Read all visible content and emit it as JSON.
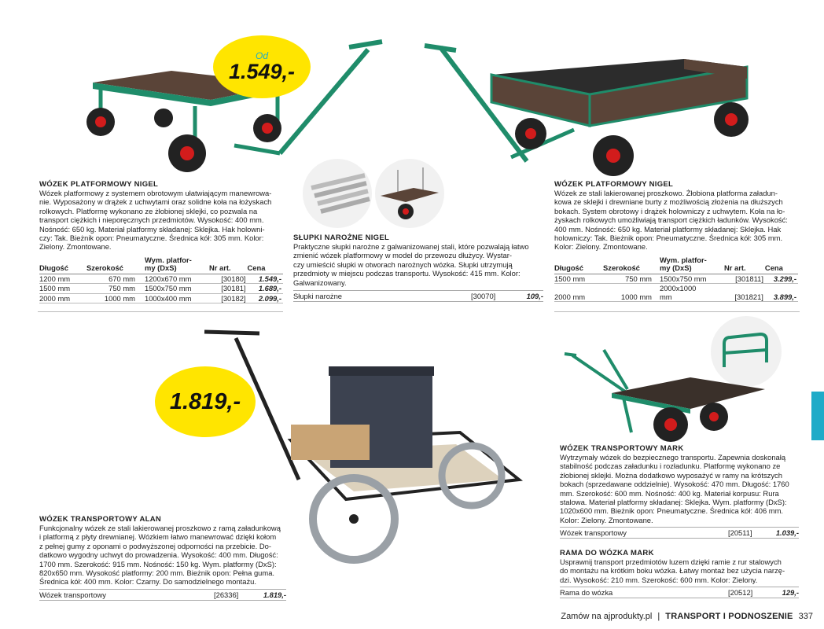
{
  "colors": {
    "accent": "#1eabc8",
    "bubble": "#ffe500",
    "frame_green": "#1f8c6a",
    "deck_brown": "#5a4438",
    "wheel_red": "#d21c1c"
  },
  "nigel_platform": {
    "title": "WÓZEK PLATFORMOWY NIGEL",
    "desc_lines": [
      "Wózek platformowy z systemem obrotowym ułatwiającym manewrowa-",
      "nie. Wyposażony w drążek z uchwytami oraz solidne koła na łożyskach",
      "rolkowych. Platformę wykonano ze żłobionej sklejki, co pozwala na",
      "transport ciężkich i nieporęcznych przedmiotów. Wysokość: 400 mm.",
      "Nośność: 650 kg. Materiał platformy składanej: Sklejka. Hak holowni-",
      "czy: Tak. Bieżnik opon: Pneumatyczne. Średnica kół: 305 mm. Kolor:",
      "Zielony. Zmontowane."
    ],
    "headers": [
      "Długość",
      "Szerokość",
      "Wym. platfor-\nmy (DxS)",
      "Nr art.",
      "Cena"
    ],
    "rows": [
      [
        "1200 mm",
        "670 mm",
        "1200x670 mm",
        "[30180]",
        "1.549,-"
      ],
      [
        "1500 mm",
        "750 mm",
        "1500x750 mm",
        "[30181]",
        "1.689,-"
      ],
      [
        "2000 mm",
        "1000 mm",
        "1000x400 mm",
        "[30182]",
        "2.099,-"
      ]
    ],
    "bubble_top": "Od",
    "bubble_price": "1.549,-"
  },
  "slupki": {
    "title": "SŁUPKI NAROŻNE NIGEL",
    "desc_lines": [
      "Praktyczne słupki narożne z galwanizowanej stali, które pozwalają łatwo",
      "zmienić wózek platformowy w model do przewozu dłużycy. Wystar-",
      "czy umieścić słupki w otworach narożnych wózka. Słupki utrzymują",
      "przedmioty w miejscu podczas transportu. Wysokość: 415 mm. Kolor:",
      "Galwanizowany."
    ],
    "item": "Słupki narożne",
    "art": "[30070]",
    "price": "109,-"
  },
  "nigel_sides": {
    "title": "WÓZEK PLATFORMOWY NIGEL",
    "desc_lines": [
      "Wózek ze stali lakierowanej proszkowo. Żłobiona platforma załadun-",
      "kowa ze sklejki i drewniane burty z możliwością złożenia na dłuższych",
      "bokach. System obrotowy i drążek holowniczy z uchwytem. Koła na ło-",
      "żyskach rolkowych umożliwiają transport ciężkich ładunków. Wysokość:",
      "400 mm. Nośność: 650 kg. Materiał platformy składanej: Sklejka. Hak",
      "holowniczy: Tak. Bieżnik opon: Pneumatyczne. Średnica kół: 305 mm.",
      "Kolor: Zielony. Zmontowane."
    ],
    "headers": [
      "Długość",
      "Szerokość",
      "Wym. platfor-\nmy (DxS)",
      "Nr art.",
      "Cena"
    ],
    "rows": [
      [
        "1500 mm",
        "750 mm",
        "1500x750 mm",
        "[301811]",
        "3.299,-"
      ],
      [
        "2000 mm",
        "1000 mm",
        "2000x1000\nmm",
        "[301821]",
        "3.899,-"
      ]
    ]
  },
  "alan": {
    "title": "WÓZEK TRANSPORTOWY ALAN",
    "desc_lines": [
      "Funkcjonalny wózek ze stali lakierowanej proszkowo z ramą załadunkową",
      "i platformą z płyty drewnianej. Wózkiem łatwo manewrować dzięki kołom",
      "z pełnej gumy z oponami o podwyższonej odporności na przebicie. Do-",
      "datkowo wygodny uchwyt do prowadzenia. Wysokość: 400 mm. Długość:",
      "1700 mm. Szerokość: 915 mm. Nośność: 150 kg. Wym. platformy (DxS):",
      "820x650 mm. Wysokość platformy: 200 mm. Bieżnik opon: Pełna guma.",
      "Średnica kół: 400 mm. Kolor: Czarny. Do samodzielnego montażu."
    ],
    "item": "Wózek transportowy",
    "art": "[26336]",
    "price": "1.819,-",
    "bubble_price": "1.819,-"
  },
  "mark": {
    "title": "WÓZEK TRANSPORTOWY MARK",
    "desc_lines": [
      "Wytrzymały wózek do bezpiecznego transportu. Zapewnia doskonałą",
      "stabilność podczas załadunku i rozładunku. Platformę wykonano ze",
      "żłobionej sklejki. Można dodatkowo wyposażyć w ramy na krótszych",
      "bokach (sprzedawane oddzielnie). Wysokość: 470 mm. Długość: 1760",
      "mm. Szerokość: 600 mm. Nośność: 400 kg. Materiał korpusu: Rura",
      "stalowa. Materiał platformy składanej: Sklejka. Wym. platformy (DxS):",
      "1020x600 mm. Bieżnik opon: Pneumatyczne. Średnica kół: 406 mm.",
      "Kolor: Zielony. Zmontowane."
    ],
    "item": "Wózek transportowy",
    "art": "[20511]",
    "price": "1.039,-"
  },
  "rama": {
    "title": "RAMA DO WÓZKA MARK",
    "desc_lines": [
      "Usprawnij transport przedmiotów luzem dzięki ramie z rur stalowych",
      "do montażu na krótkim boku wózka. Łatwy montaż bez użycia narzę-",
      "dzi. Wysokość: 210 mm. Szerokość: 600 mm. Kolor: Zielony."
    ],
    "item": "Rama do wózka",
    "art": "[20512]",
    "price": "129,-"
  },
  "footer": {
    "order": "Zamów na ajprodukty.pl",
    "sep": "|",
    "section": "TRANSPORT I PODNOSZENIE",
    "page": "337"
  }
}
